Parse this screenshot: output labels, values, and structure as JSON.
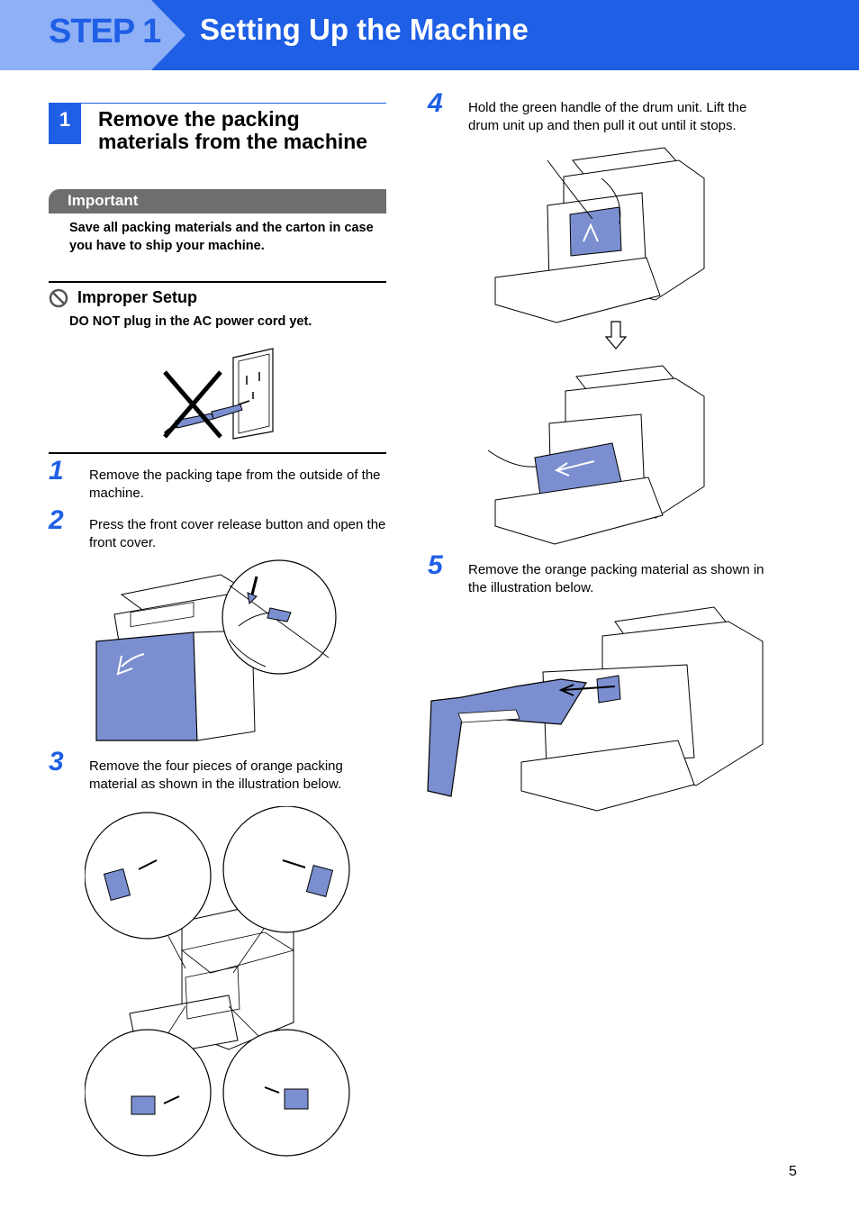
{
  "header": {
    "step_label": "STEP 1",
    "title": "Setting Up the Machine"
  },
  "section": {
    "number": "1",
    "title": "Remove the packing materials from the machine"
  },
  "important": {
    "label": "Important",
    "text": "Save all packing materials and the carton in case you have to ship your machine."
  },
  "improper": {
    "title": "Improper Setup",
    "text": "DO NOT plug in the AC power cord yet."
  },
  "steps": [
    {
      "number": "1",
      "text": "Remove the packing tape from the outside of the machine."
    },
    {
      "number": "2",
      "text": "Press the front cover release button and open the front cover."
    },
    {
      "number": "3",
      "text": "Remove the four pieces of orange packing material as shown in the illustration below."
    },
    {
      "number": "4",
      "text": "Hold the green handle of the drum unit. Lift the drum unit up and then pull it out until it stops."
    },
    {
      "number": "5",
      "text": "Remove the orange packing material as shown in the illustration below."
    }
  ],
  "page_number": "5",
  "colors": {
    "brand_blue": "#1f5fe6",
    "tab_blue": "#8fb0f5",
    "part_blue": "#7b8fd0",
    "grey_bar": "#6e6e6e"
  },
  "icons": {
    "prohibited": "prohibited-icon",
    "down_arrow": "down-arrow-icon"
  }
}
